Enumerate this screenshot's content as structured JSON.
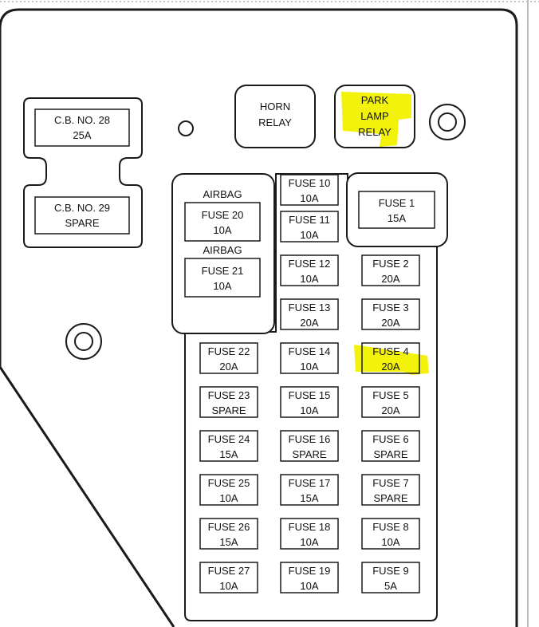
{
  "colors": {
    "line": "#1a1a1a",
    "highlight": "#f2f20a",
    "background": "#ffffff"
  },
  "circuit_breakers": [
    {
      "name": "C.B. NO. 28",
      "rating": "25A"
    },
    {
      "name": "C.B. NO. 29",
      "rating": "SPARE"
    }
  ],
  "relays": [
    {
      "lines": [
        "HORN",
        "RELAY"
      ],
      "highlighted": false
    },
    {
      "lines": [
        "PARK",
        "LAMP",
        "RELAY"
      ],
      "highlighted": true
    }
  ],
  "airbag_labels": [
    "AIRBAG",
    "AIRBAG"
  ],
  "fuses": [
    {
      "name": "FUSE 1",
      "rating": "15A",
      "highlighted": false
    },
    {
      "name": "FUSE 2",
      "rating": "20A",
      "highlighted": false
    },
    {
      "name": "FUSE 3",
      "rating": "20A",
      "highlighted": false
    },
    {
      "name": "FUSE 4",
      "rating": "20A",
      "highlighted": true
    },
    {
      "name": "FUSE 5",
      "rating": "20A",
      "highlighted": false
    },
    {
      "name": "FUSE 6",
      "rating": "SPARE",
      "highlighted": false
    },
    {
      "name": "FUSE 7",
      "rating": "SPARE",
      "highlighted": false
    },
    {
      "name": "FUSE 8",
      "rating": "10A",
      "highlighted": false
    },
    {
      "name": "FUSE 9",
      "rating": "5A",
      "highlighted": false
    },
    {
      "name": "FUSE 10",
      "rating": "10A",
      "highlighted": false
    },
    {
      "name": "FUSE 11",
      "rating": "10A",
      "highlighted": false
    },
    {
      "name": "FUSE 12",
      "rating": "10A",
      "highlighted": false
    },
    {
      "name": "FUSE 13",
      "rating": "20A",
      "highlighted": false
    },
    {
      "name": "FUSE 14",
      "rating": "10A",
      "highlighted": false
    },
    {
      "name": "FUSE 15",
      "rating": "10A",
      "highlighted": false
    },
    {
      "name": "FUSE 16",
      "rating": "SPARE",
      "highlighted": false
    },
    {
      "name": "FUSE 17",
      "rating": "15A",
      "highlighted": false
    },
    {
      "name": "FUSE 18",
      "rating": "10A",
      "highlighted": false
    },
    {
      "name": "FUSE 19",
      "rating": "10A",
      "highlighted": false
    },
    {
      "name": "FUSE 20",
      "rating": "10A",
      "highlighted": false
    },
    {
      "name": "FUSE 21",
      "rating": "10A",
      "highlighted": false
    },
    {
      "name": "FUSE 22",
      "rating": "20A",
      "highlighted": false
    },
    {
      "name": "FUSE 23",
      "rating": "SPARE",
      "highlighted": false
    },
    {
      "name": "FUSE 24",
      "rating": "15A",
      "highlighted": false
    },
    {
      "name": "FUSE 25",
      "rating": "10A",
      "highlighted": false
    },
    {
      "name": "FUSE 26",
      "rating": "15A",
      "highlighted": false
    },
    {
      "name": "FUSE 27",
      "rating": "10A",
      "highlighted": false
    }
  ]
}
